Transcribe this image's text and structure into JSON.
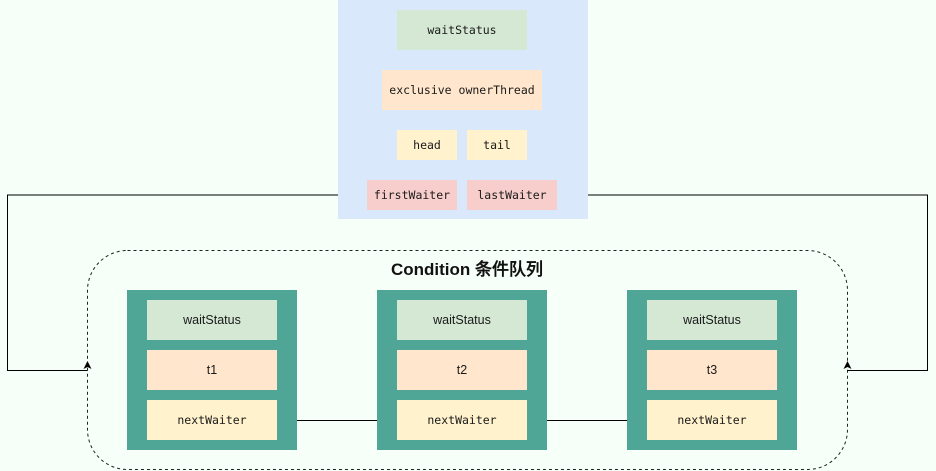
{
  "aqs": {
    "wait_status": "waitStatus",
    "owner_thread": "exclusive ownerThread",
    "head": "head",
    "tail": "tail",
    "first_waiter": "firstWaiter",
    "last_waiter": "lastWaiter"
  },
  "condition_queue": {
    "title": "Condition 条件队列",
    "nodes": [
      {
        "wait_status": "waitStatus",
        "thread": "t1",
        "next": "nextWaiter"
      },
      {
        "wait_status": "waitStatus",
        "thread": "t2",
        "next": "nextWaiter"
      },
      {
        "wait_status": "waitStatus",
        "thread": "t3",
        "next": "nextWaiter"
      }
    ]
  },
  "colors": {
    "aqs_bg": "#dae8fc",
    "node_bg": "#4fa596",
    "green": "#d5e8d4",
    "orange": "#ffe6cc",
    "yellow": "#fff2cc",
    "red": "#f8cecc"
  }
}
